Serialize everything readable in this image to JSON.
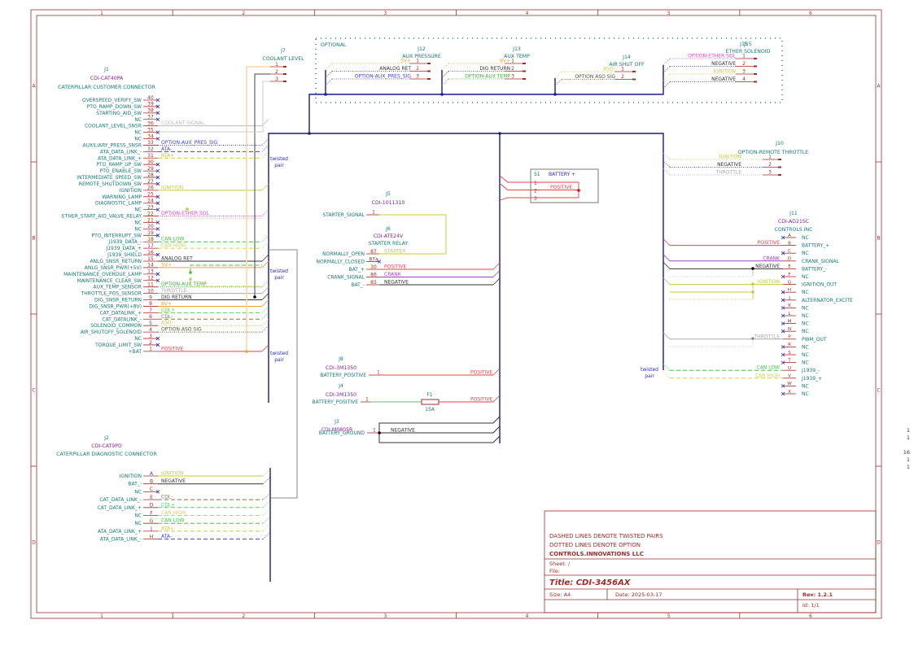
{
  "sheet": {
    "columns": [
      "1",
      "2",
      "3",
      "4",
      "5",
      "6"
    ],
    "rows": [
      "A",
      "B",
      "C",
      "D"
    ]
  },
  "colors": {
    "bus": "#1a1a8c",
    "pin": "#a52a2a",
    "ref": "#137a7a",
    "value": "#8b1f99",
    "option_box": "#1a8a8a",
    "POSITIVE": "#e8414b",
    "NEGATIVE": "#333333",
    "IGNITION": "#c9c93a",
    "CRANK": "#a040c0",
    "STARTER": "#c9c93a",
    "CAN LOW": "#3cc83c",
    "CAN HIGH": "#d0d050",
    "ATA-": "#4040e0",
    "ATA+": "#c9c93a",
    "CDL+": "#44dd44",
    "CDL-": "#7a7a40",
    "5V+": "#f0a030",
    "8V+": "#f0a030",
    "ANALOG RET": "#333333",
    "DIG RETURN": "#333333",
    "THROTTLE": "#aaaaaa",
    "COOLANT SIGNAL": "#bbbbbb",
    "OPTION-AUX_PRES_SIG": "#4040e0",
    "OPTION-ETHER SOL": "#e040e0",
    "OPTION-AUX TEMP": "#3cb03c",
    "ASO-": "#c9c93a",
    "OPTION ASO SIG": "#555533"
  },
  "j1": {
    "ref": "J1",
    "value": "CDI-CAT40PA",
    "desc": "CATERPILLAR CUSTOMER CONNECTOR",
    "pins": [
      {
        "num": "40",
        "name": "OVERSPEED_VERIFY_SW",
        "nc": true
      },
      {
        "num": "39",
        "name": "PTO_RAMP_DOWN_SW",
        "nc": true
      },
      {
        "num": "38",
        "name": "STARTING_AID_SW",
        "nc": true
      },
      {
        "num": "37",
        "name": "NC",
        "nc": true
      },
      {
        "num": "36",
        "name": "COOLANT_LEVEL_SNSR",
        "net": "COOLANT SIGNAL"
      },
      {
        "num": "35",
        "name": "NC",
        "nc": true
      },
      {
        "num": "34",
        "name": "NC",
        "nc": true
      },
      {
        "num": "33",
        "name": "AUXILIARY_PRESS_SNSR",
        "net": "OPTION-AUX_PRES_SIG",
        "style": "dotted"
      },
      {
        "num": "32",
        "name": "ATA_DATA_LINK_-",
        "net": "ATA-",
        "style": "dashed"
      },
      {
        "num": "31",
        "name": "ATA_DATA_LINK_+",
        "net": "ATA+",
        "style": "dashed"
      },
      {
        "num": "30",
        "name": "PTO_RAMP_UP_SW",
        "nc": true
      },
      {
        "num": "29",
        "name": "PTO_ENABLE_SW",
        "nc": true
      },
      {
        "num": "28",
        "name": "INTERMEDIATE_SPEED_SW",
        "nc": true
      },
      {
        "num": "27",
        "name": "REMOTE_SHUTDOWN_SW",
        "nc": true
      },
      {
        "num": "26",
        "name": "IGNITION",
        "net": "IGNITION"
      },
      {
        "num": "25",
        "name": "WARNING_LAMP",
        "nc": true
      },
      {
        "num": "24",
        "name": "DIAGNOSTIC_LAMP",
        "nc": true
      },
      {
        "num": "23",
        "name": "NC",
        "nc": true
      },
      {
        "num": "22",
        "name": "ETHER_START_AID_VALVE_RELAY",
        "net": "OPTION-ETHER SOL",
        "style": "dotted"
      },
      {
        "num": "21",
        "name": "NC",
        "nc": true
      },
      {
        "num": "20",
        "name": "NC",
        "nc": true
      },
      {
        "num": "19",
        "name": "PTO_INTERRUPT_SW",
        "nc": true
      },
      {
        "num": "18",
        "name": "J1939_DATA_-",
        "net": "CAN LOW",
        "style": "dashed"
      },
      {
        "num": "17",
        "name": "J1939_DATA_+",
        "net": "CAN HIGH",
        "style": "dashed"
      },
      {
        "num": "16",
        "name": "J1939_SHIELD",
        "nc": true
      },
      {
        "num": "15",
        "name": "ANLG_SNSR_RETURN",
        "net": "ANALOG RET"
      },
      {
        "num": "14",
        "name": "ANLG_SNSR_PWR(+5V)",
        "net": "5V+"
      },
      {
        "num": "13",
        "name": "MAINTENANCE_OVERDUE_LAMP",
        "nc": true
      },
      {
        "num": "12",
        "name": "MAINTENANCE_CLEAR_SW",
        "nc": true
      },
      {
        "num": "11",
        "name": "AUX_TEMP_SENSOR",
        "net": "OPTION-AUX TEMP",
        "style": "dotted"
      },
      {
        "num": "10",
        "name": "THROTTLE_POS_SENSOR",
        "net": "THROTTLE"
      },
      {
        "num": "9",
        "name": "DIG_SNSR_RETURN",
        "net": "DIG RETURN"
      },
      {
        "num": "8",
        "name": "DIG_SNSR_PWR(+8V)",
        "net": "8V+"
      },
      {
        "num": "7",
        "name": "CAT_DATALINK_+",
        "net": "CDL+",
        "style": "dashed"
      },
      {
        "num": "6",
        "name": "CAT_DATALINK_-",
        "net": "CDL-",
        "style": "dashed"
      },
      {
        "num": "5",
        "name": "SOLENOID_COMMON",
        "net": "ASO-",
        "style": "dotted"
      },
      {
        "num": "4",
        "name": "AIR_SHUTOFF_SOLENOID",
        "net": "OPTION ASO SIG",
        "style": "dotted"
      },
      {
        "num": "3",
        "name": "NC",
        "nc": true
      },
      {
        "num": "2",
        "name": "TORQUE_LIMIT_SW",
        "nc": true
      },
      {
        "num": "1",
        "name": "+BAT",
        "net": "POSITIVE"
      }
    ]
  },
  "j2": {
    "ref": "J2",
    "value": "CDI-CAT9PD",
    "desc": "CATERPILLAR DIAGNOSTIC CONNECTOR",
    "pins": [
      {
        "num": "A",
        "name": "IGNITION",
        "net": "IGNITION"
      },
      {
        "num": "B",
        "name": "BAT_-",
        "net": "NEGATIVE"
      },
      {
        "num": "C",
        "name": "NC",
        "nc": true
      },
      {
        "num": "E",
        "name": "CAT_DATA_LINK_-",
        "net": "CDL-",
        "style": "dashed"
      },
      {
        "num": "D",
        "name": "CAT_DATA_LINK_+",
        "net": "CDL+",
        "style": "dashed"
      },
      {
        "num": "F",
        "name": "NC",
        "net": "CAN HIGH",
        "style": "dashed"
      },
      {
        "num": "G",
        "name": "NC",
        "net": "CAN LOW",
        "style": "dashed"
      },
      {
        "num": "J",
        "name": "ATA_DATA_LINK_+",
        "net": "ATA+",
        "style": "dashed"
      },
      {
        "num": "H",
        "name": "ATA_DATA_LINK_-",
        "net": "ATA-",
        "style": "dashed"
      }
    ]
  },
  "j7": {
    "ref": "J7",
    "desc": "COOLANT LEVEL",
    "pins": [
      "1",
      "2",
      "3"
    ]
  },
  "optional": {
    "label": "OPTIONAL",
    "j12": {
      "ref": "J12",
      "desc": "AUX PRESSURE",
      "pins": [
        {
          "num": "1",
          "net": "5V+"
        },
        {
          "num": "2",
          "net": "ANALOG RET"
        },
        {
          "num": "3",
          "net": "OPTION-AUX_PRES_SIG"
        }
      ]
    },
    "j13": {
      "ref": "J13",
      "desc": "AUX TEMP",
      "pins": [
        {
          "num": "1",
          "net": "8V+"
        },
        {
          "num": "2",
          "net": "DIG RETURN"
        },
        {
          "num": "3",
          "net": "OPTION-AUX TEMP"
        }
      ]
    },
    "j14": {
      "ref": "J14",
      "desc": "AIR SHUT OFF",
      "pins": [
        {
          "num": "1",
          "net": "ASO-"
        },
        {
          "num": "2",
          "net": "OPTION ASO SIG"
        }
      ]
    },
    "j15": {
      "ref": "J15",
      "desc": "ETHER SOLENOID",
      "pins": [
        {
          "num": "1",
          "net": "OPTION-ETHER SOL"
        },
        {
          "num": "2",
          "net": "NEGATIVE"
        },
        {
          "num": "3",
          "net": "IGNITION"
        },
        {
          "num": "4",
          "net": "NEGATIVE"
        }
      ]
    }
  },
  "twisted_pair_label": [
    "twisted",
    "pair"
  ],
  "j5": {
    "ref": "J5",
    "value": "CDI-1011310",
    "pins": [
      {
        "num": "1",
        "name": "STARTER_SIGNAL"
      }
    ]
  },
  "j6": {
    "ref": "J6",
    "value": "CDI-ATE24V",
    "desc": "STARTER RELAY",
    "pins": [
      {
        "num": "87",
        "name": "NORMALLY_OPEN",
        "net": "STARTER"
      },
      {
        "num": "87a",
        "name": "NORMALLY_CLOSED",
        "nc": true
      },
      {
        "num": "30",
        "name": "BAT_+",
        "net": "POSITIVE"
      },
      {
        "num": "86",
        "name": "CRANK_SIGNAL",
        "net": "CRANK"
      },
      {
        "num": "85",
        "name": "BAT_-",
        "net": "NEGATIVE"
      }
    ]
  },
  "s1": {
    "ref": "S1",
    "desc": "BATTERY +",
    "pins": [
      "1",
      "2",
      "3"
    ],
    "net": "POSITIVE"
  },
  "j8": {
    "ref": "J8",
    "value": "CDI-3M1350",
    "pin_name": "BATTERY_POSITIVE",
    "pin": "1",
    "net": "POSITIVE"
  },
  "j4": {
    "ref": "J4",
    "value": "CDI-3M1350",
    "pin_name": "BATTERY_POSITIVE",
    "pin": "1",
    "net": "POSITIVE"
  },
  "f1": {
    "ref": "F1",
    "value": "15A"
  },
  "j3": {
    "ref": "J3",
    "value": "CDI-M0805R",
    "pin_name": "BATTERY_GROUND",
    "pin": "1",
    "net": "NEGATIVE"
  },
  "j10": {
    "ref": "J10",
    "desc": "OPTION-REMOTE THROTTLE",
    "pins": [
      {
        "num": "1",
        "net": "IGNITION"
      },
      {
        "num": "2",
        "net": "NEGATIVE"
      },
      {
        "num": "3",
        "net": "THROTTLE"
      }
    ]
  },
  "j11": {
    "ref": "J11",
    "value": "CDI-AD21SC",
    "desc": "CONTROLS INC",
    "pins": [
      {
        "num": "A",
        "name": "NC",
        "nc": true
      },
      {
        "num": "B",
        "name": "BATTERY_+",
        "net": "POSITIVE"
      },
      {
        "num": "C",
        "name": "NC",
        "nc": true
      },
      {
        "num": "D",
        "name": "CRANK_SIGNAL",
        "net": "CRANK"
      },
      {
        "num": "E",
        "name": "BATTERY_-",
        "net": "NEGATIVE"
      },
      {
        "num": "F",
        "name": "NC",
        "nc": true
      },
      {
        "num": "G",
        "name": "IGNITION_OUT",
        "net": "IGNITION"
      },
      {
        "num": "H",
        "name": "NC",
        "nc": true
      },
      {
        "num": "J",
        "name": "ALTERNATOR_EXCITE",
        "nc": true
      },
      {
        "num": "K",
        "name": "NC",
        "nc": true
      },
      {
        "num": "L",
        "name": "NC",
        "nc": true
      },
      {
        "num": "M",
        "name": "NC",
        "nc": true
      },
      {
        "num": "N",
        "name": "NC",
        "nc": true
      },
      {
        "num": "P",
        "name": "PWM_OUT",
        "net": "THROTTLE"
      },
      {
        "num": "R",
        "name": "NC",
        "nc": true
      },
      {
        "num": "S",
        "name": "NC",
        "nc": true
      },
      {
        "num": "T",
        "name": "NC",
        "nc": true
      },
      {
        "num": "U",
        "name": "J1939_-",
        "net": "CAN LOW",
        "style": "dashed"
      },
      {
        "num": "V",
        "name": "J1939_+",
        "net": "CAN HIGH",
        "style": "dashed"
      },
      {
        "num": "W",
        "name": "NC",
        "nc": true
      },
      {
        "num": "X",
        "name": "NC",
        "nc": true
      }
    ]
  },
  "title_block": {
    "notes": [
      "DASHED LINES DENOTE TWISTED PAIRS",
      "DOTTED LINES DENOTE OPTION"
    ],
    "company": "CONTROLS.INNOVATIONS LLC",
    "sheet": "Sheet: /",
    "file": "File:",
    "title": "Title: CDI-3456AX",
    "size": "Size: A4",
    "date": "Date: 2025-03-17",
    "rev": "Rev: 1.2.1",
    "id": "Id: 1/1"
  },
  "side_numbers": [
    "1",
    "1",
    "",
    "16",
    "1",
    "1"
  ]
}
